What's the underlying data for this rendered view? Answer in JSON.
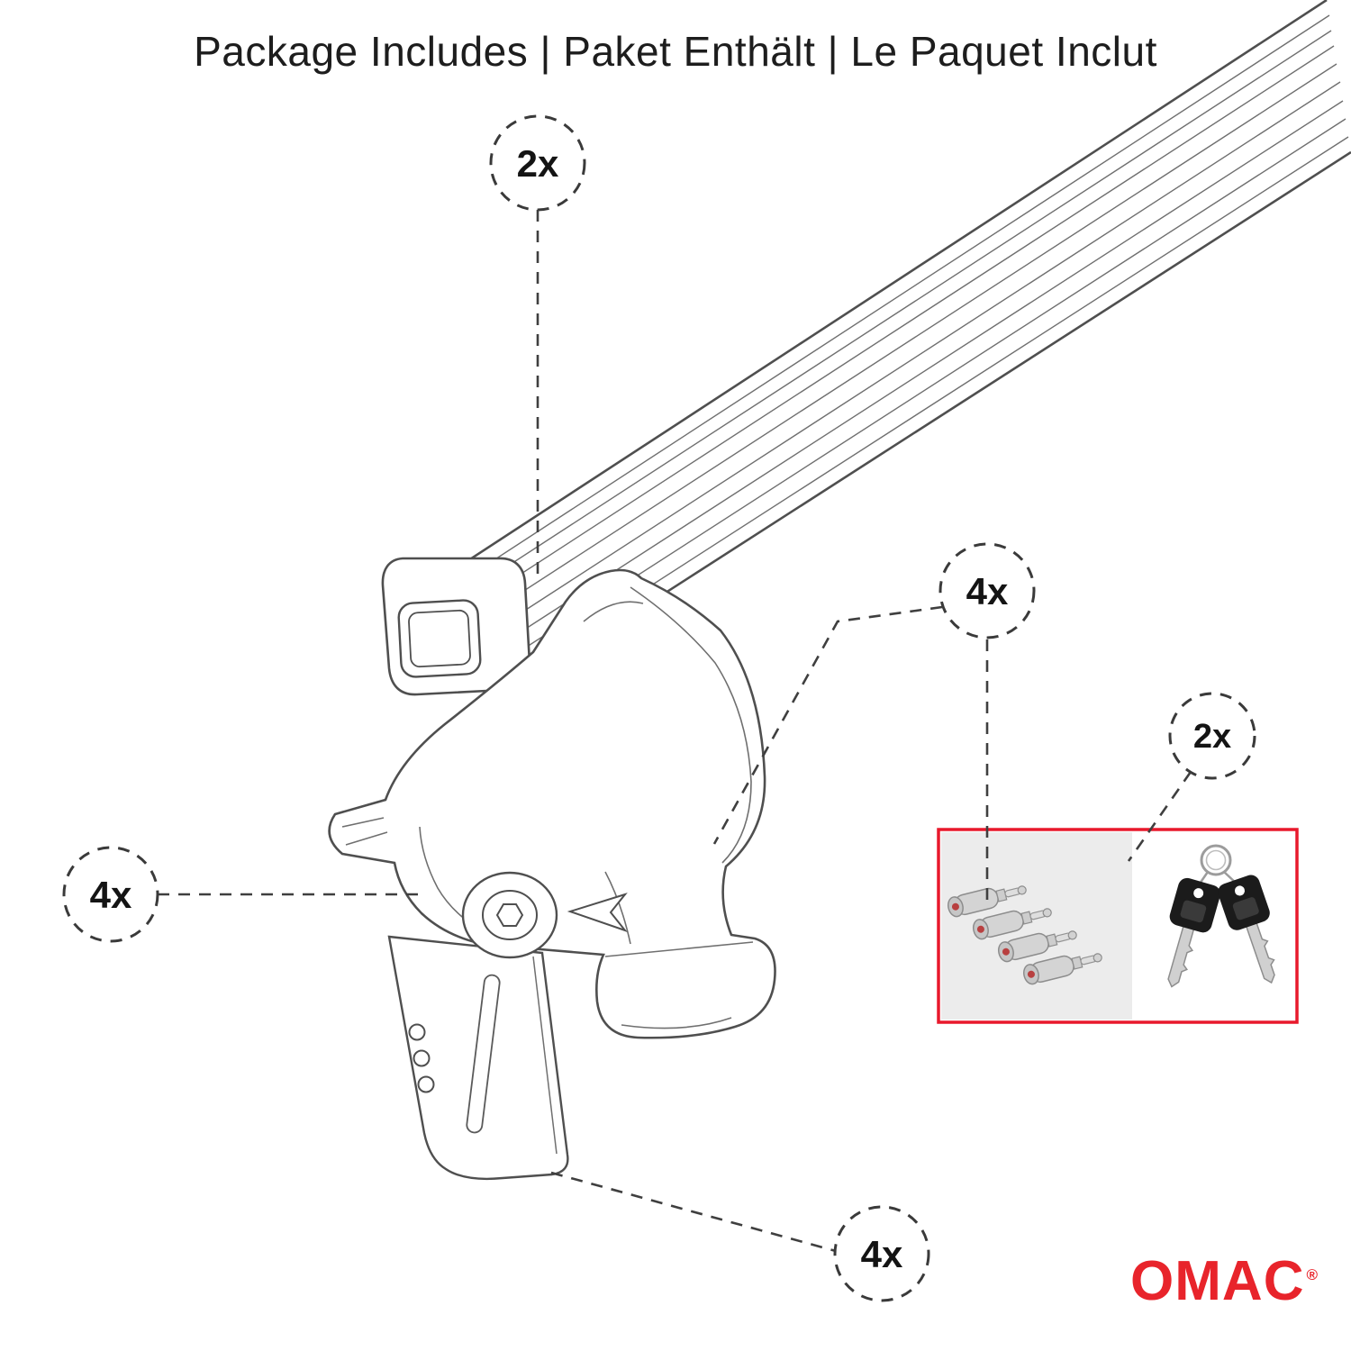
{
  "title": "Package Includes | Paket Enthält | Le Paquet Inclut",
  "callouts": {
    "crossbar_qty": "2x",
    "foot_qty": "4x",
    "locks_qty": "4x",
    "keys_qty": "2x",
    "clamp_qty": "4x"
  },
  "logo": {
    "brand": "OMAC",
    "registered": "®"
  },
  "colors": {
    "accent_red": "#e8192c",
    "line": "#4a4a4a"
  }
}
